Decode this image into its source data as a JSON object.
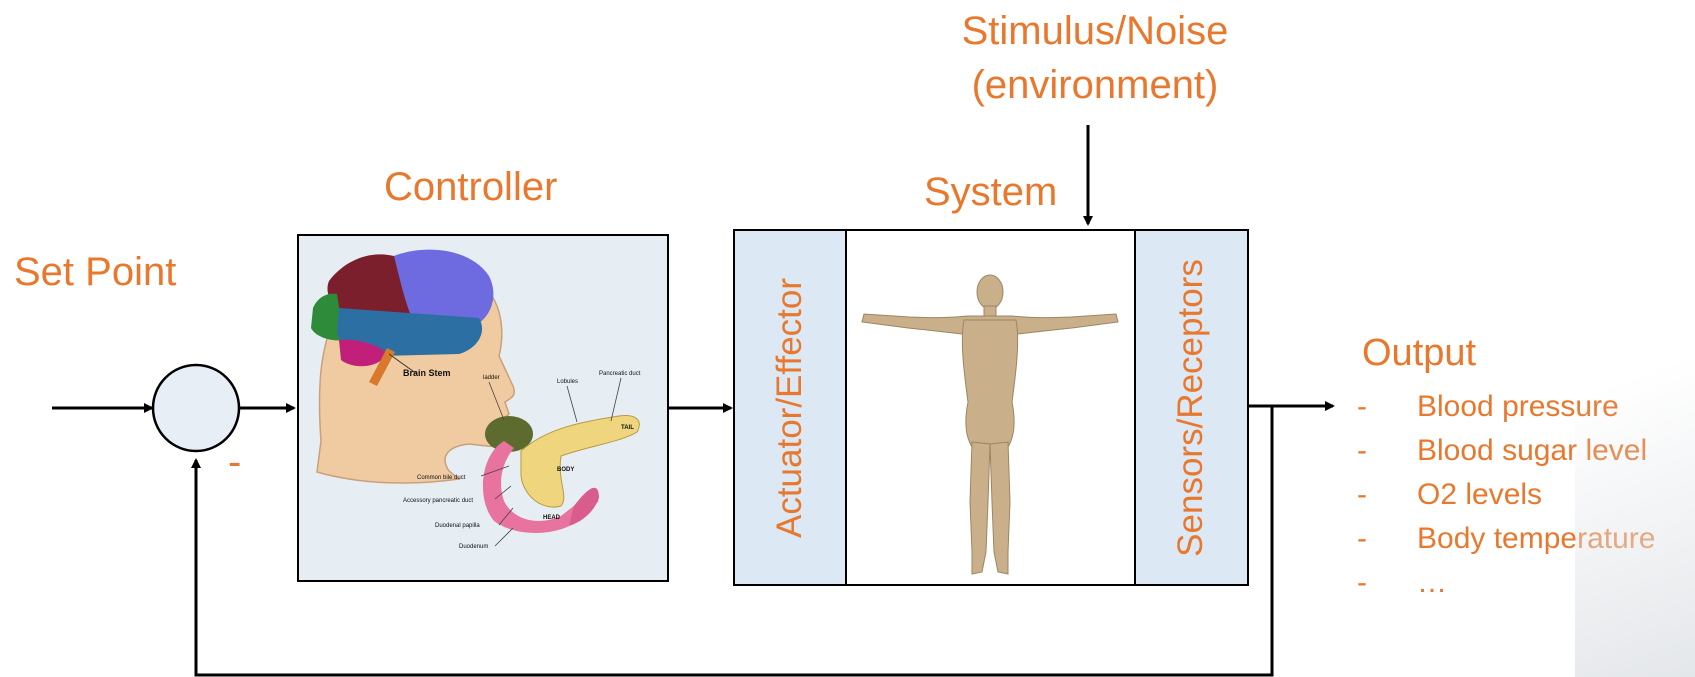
{
  "labels": {
    "set_point": "Set Point",
    "minus_sign": "-",
    "controller": "Controller",
    "system": "System",
    "stimulus_line1": "Stimulus/Noise",
    "stimulus_line2": "(environment)",
    "actuator": "Actuator/Effector",
    "sensors": "Sensors/Receptors",
    "output_title": "Output"
  },
  "output_items": [
    {
      "bullet": "-",
      "text": "Blood pressure"
    },
    {
      "bullet": "-",
      "text": "Blood sugar level"
    },
    {
      "bullet": "-",
      "text": "O2 levels"
    },
    {
      "bullet": "-",
      "text": "Body temperature"
    },
    {
      "bullet": "-",
      "text": "…"
    }
  ],
  "controller_image_labels": {
    "brain_stem": "Brain Stem",
    "bladder": "ladder",
    "lobules": "Lobules",
    "pancreatic_duct": "Pancreatic duct",
    "tail": "TAIL",
    "body": "BODY",
    "head": "HEAD",
    "common_bile_duct": "Common bile duct",
    "accessory_pancreatic_duct": "Accessory pancreatic duct",
    "duodenal_papilla": "Duodenal papilla",
    "duodenum": "Duodenum"
  },
  "colors": {
    "text_accent": "#E8782E",
    "box_fill": "#DCE8F3",
    "summing_fill": "#E8EEF6"
  }
}
